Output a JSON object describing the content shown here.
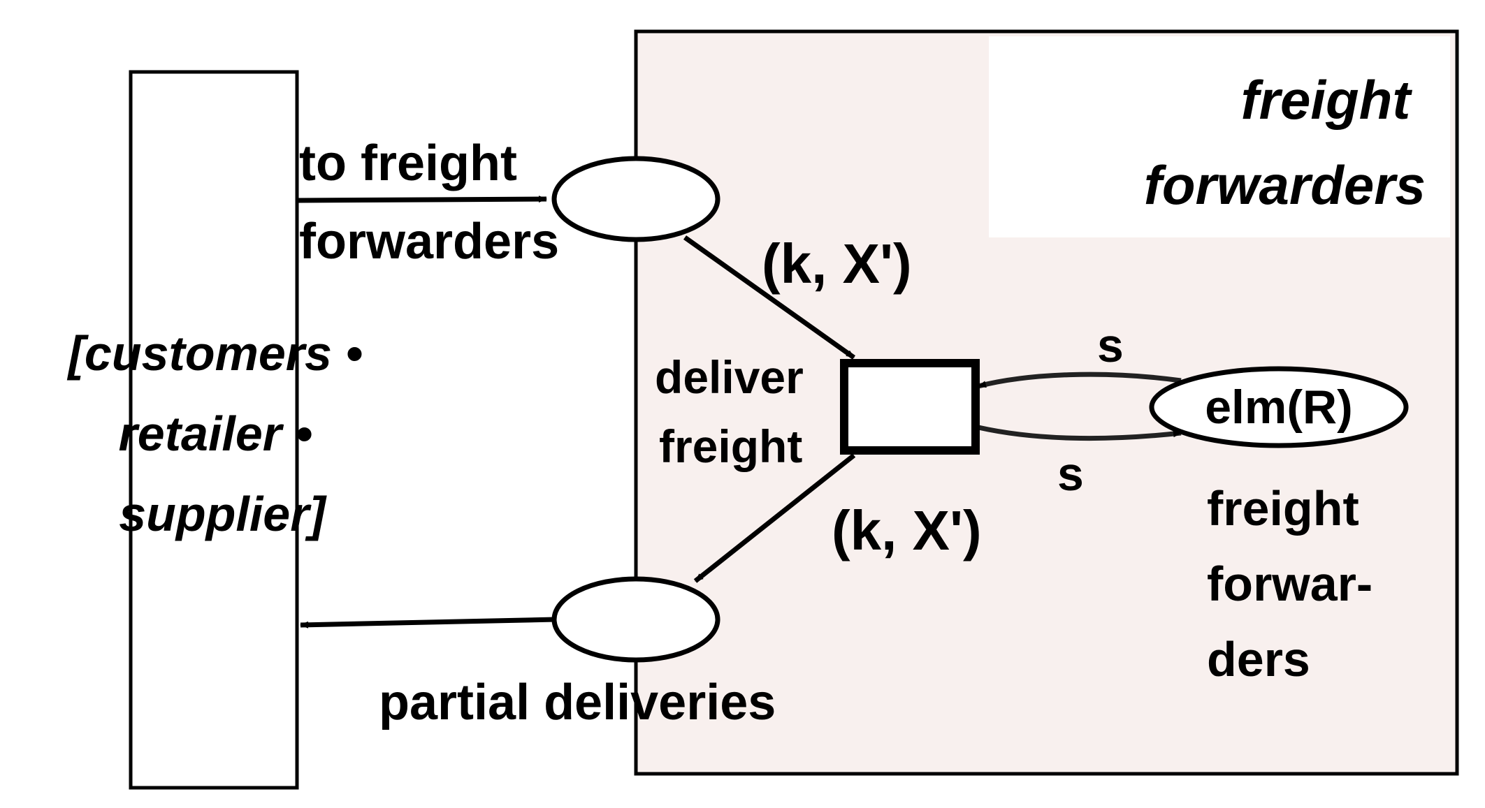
{
  "diagram": {
    "left_component": {
      "lines": [
        "[customers •",
        "retailer •",
        "supplier]"
      ]
    },
    "right_component": {
      "title_lines": [
        "freight",
        "forwarders"
      ],
      "fill_color": "#f8f0ee"
    },
    "places": {
      "to_freight_forwarders": {
        "lines": [
          "to freight",
          "forwarders"
        ]
      },
      "partial_deliveries": {
        "label": "partial deliveries"
      },
      "freight_forwarders_place": {
        "inscription": "elm(R)",
        "lines": [
          "freight",
          "forwar-",
          "ders"
        ]
      }
    },
    "transition": {
      "lines": [
        "deliver",
        "freight"
      ]
    },
    "arc_inscriptions": {
      "in_arc": "(k, X')",
      "out_arc": "(k, X')",
      "loop_top": "s",
      "loop_bottom": "s"
    }
  }
}
